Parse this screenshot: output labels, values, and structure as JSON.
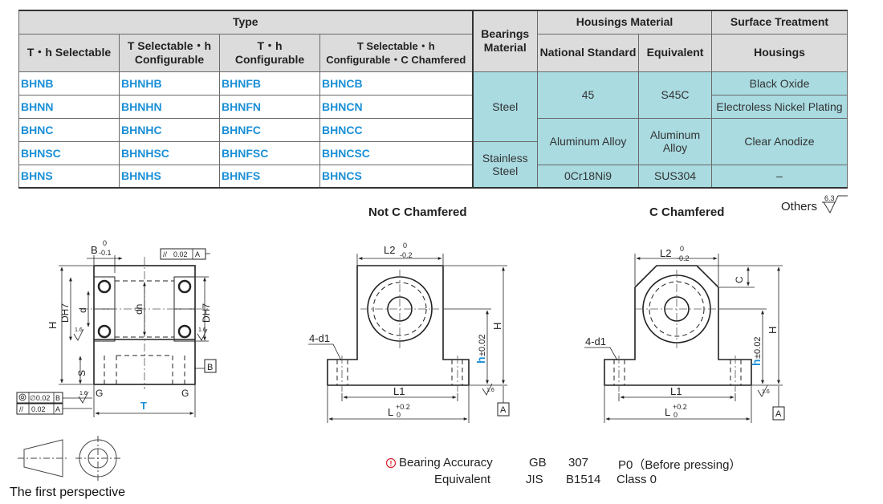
{
  "table": {
    "type_header": "Type",
    "col_headers": [
      "T・h Selectable",
      "T Selectable・h Configurable",
      "T・h Configurable",
      "T Selectable・h Configurable・C Chamfered"
    ],
    "bearings_material_header": "Bearings Material",
    "housings_material_header": "Housings Material",
    "national_standard_header": "National Standard",
    "equivalent_header": "Equivalent",
    "surface_treatment_header": "Surface Treatment",
    "housings_header": "Housings",
    "rows": [
      [
        "BHNB",
        "BHNHB",
        "BHNFB",
        "BHNCB"
      ],
      [
        "BHNN",
        "BHNHN",
        "BHNFN",
        "BHNCN"
      ],
      [
        "BHNC",
        "BHNHC",
        "BHNFC",
        "BHNCC"
      ],
      [
        "BHNSC",
        "BHNHSC",
        "BHNFSC",
        "BHNCSC"
      ],
      [
        "BHNS",
        "BHNHS",
        "BHNFS",
        "BHNCS"
      ]
    ],
    "steel": "Steel",
    "stainless_steel": "Stainless Steel",
    "n45": "45",
    "s45c": "S45C",
    "aluminum_alloy": "Aluminum Alloy",
    "ocr18ni9": "0Cr18Ni9",
    "sus304": "SUS304",
    "black_oxide": "Black Oxide",
    "electroless": "Electroless Nickel Plating",
    "clear_anodize": "Clear Anodize",
    "dash": "–"
  },
  "drawings": {
    "not_c_title": "Not C Chamfered",
    "c_title": "C Chamfered",
    "others": "Others",
    "others_rough": "6.3",
    "b_label": "B",
    "b_tol_top": "0",
    "b_tol_bot": "-0.1",
    "par_tol": "0.02",
    "datum_a": "A",
    "datum_b": "B",
    "conc_tol": "∅0.02",
    "dh7": "DH7",
    "d": "d",
    "dh": "dh",
    "h_cap": "H",
    "s": "S",
    "g": "G",
    "t": "T",
    "rough": "1.6",
    "l2": "L2",
    "l2_tol_top": "0",
    "l2_tol_bot": "-0.2",
    "c": "C",
    "four_d1": "4-d1",
    "h_small": "h",
    "h_tol": "±0.02",
    "l1": "L1",
    "l": "L",
    "l_tol_top": "+0.2",
    "l_tol_bot": "0"
  },
  "footer": {
    "perspective": "The first perspective",
    "note_icon": "!",
    "bearing_accuracy": "Bearing Accuracy",
    "gb": "GB",
    "n307": "307",
    "p0": "P0（Before pressing）",
    "equivalent": "Equivalent",
    "jis": "JIS",
    "b1514": "B1514",
    "class0": "Class 0"
  }
}
